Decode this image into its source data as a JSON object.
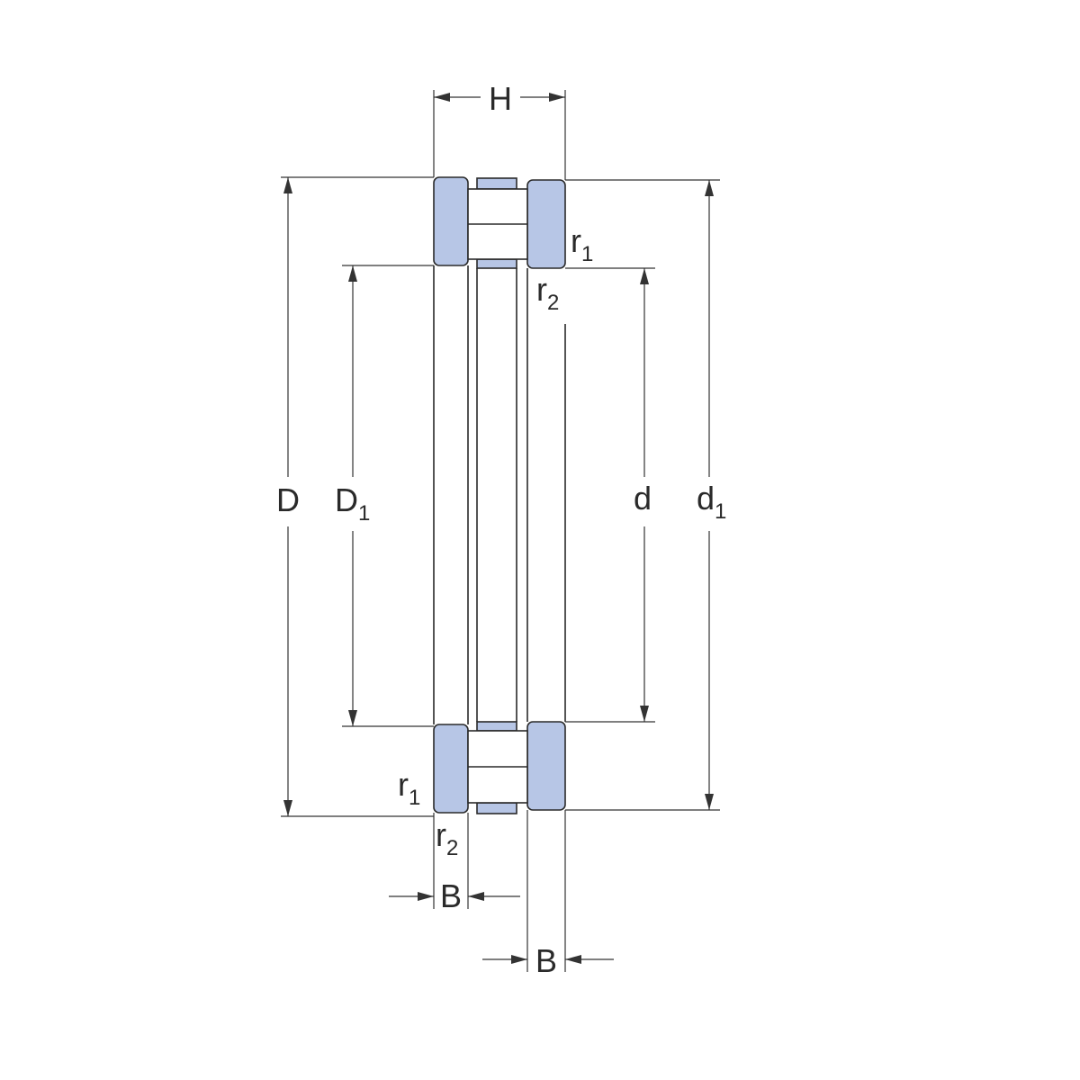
{
  "colors": {
    "washer_fill": "#b7c6e6",
    "outline": "#2a2a2a",
    "background": "#ffffff"
  },
  "labels": {
    "H": "H",
    "D": "D",
    "D1": {
      "main": "D",
      "sub": "1"
    },
    "d": "d",
    "d1": {
      "main": "d",
      "sub": "1"
    },
    "B_shaft": "B",
    "B_housing": "B",
    "r1_top": {
      "main": "r",
      "sub": "1"
    },
    "r2_top": {
      "main": "r",
      "sub": "2"
    },
    "r1_bottom": {
      "main": "r",
      "sub": "1"
    },
    "r2_bottom": {
      "main": "r",
      "sub": "2"
    }
  }
}
